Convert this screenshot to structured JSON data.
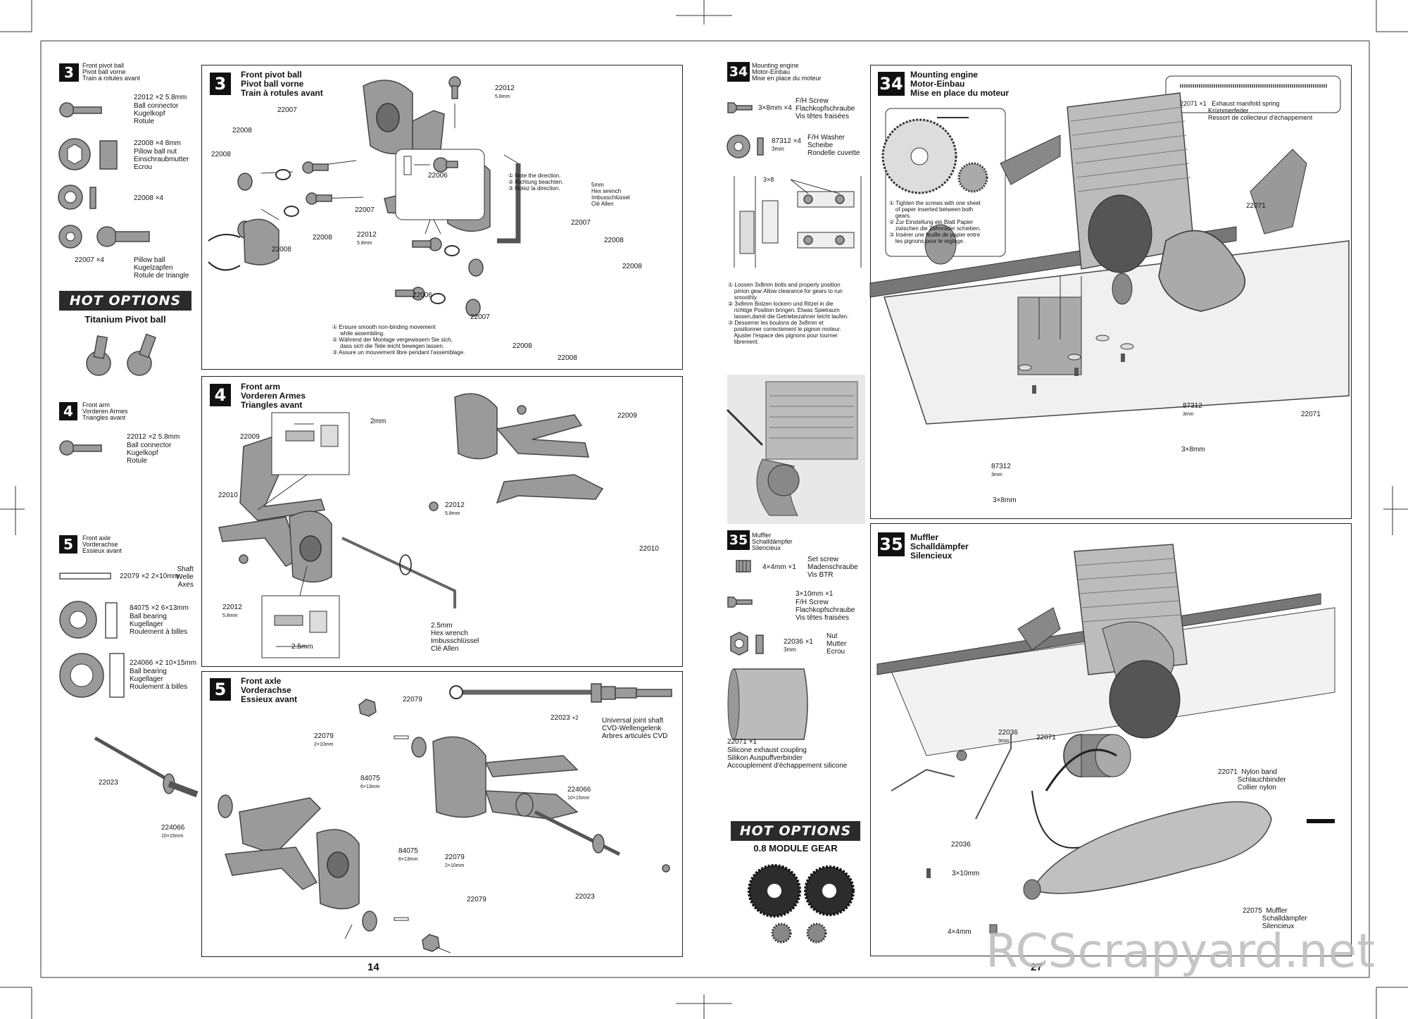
{
  "left_page": {
    "page_number": "14",
    "sidebar": [
      {
        "step": "3",
        "title_lines": [
          "Front pivot ball",
          "Pivot ball vorne",
          "Train à rotules avant"
        ],
        "parts": [
          {
            "pn": "22012",
            "qty": "×2",
            "size": "5.8mm",
            "names": "Ball connector\nKugelkopf\nRotule"
          },
          {
            "pn": "22008",
            "qty": "×4",
            "size": "8mm",
            "names": "Pillow ball nut\nEinschraubmutter\nEcrou"
          },
          {
            "pn": "22008",
            "qty": "×4",
            "size": "",
            "names": ""
          },
          {
            "pn": "22007",
            "qty": "×4",
            "size": "",
            "names": "Pillow ball\nKugelzapfen\nRotule de triangle"
          }
        ]
      },
      {
        "step": "4",
        "title_lines": [
          "Front arm",
          "Vorderen Armes",
          "Triangles avant"
        ],
        "parts": [
          {
            "pn": "22012",
            "qty": "×2",
            "size": "5.8mm",
            "names": "Ball connector\nKugelkopf\nRotule"
          }
        ]
      },
      {
        "step": "5",
        "title_lines": [
          "Front axle",
          "Vorderachse",
          "Essieux avant"
        ],
        "parts": [
          {
            "pn": "22079",
            "qty": "×2",
            "size": "2×10mm",
            "names": "Shaft\nWelle\nAxes"
          },
          {
            "pn": "84075",
            "qty": "×2",
            "size": "6×13mm",
            "names": "Ball bearing\nKugellager\nRoulement à billes"
          },
          {
            "pn": "224066",
            "qty": "×2",
            "size": "10×15mm",
            "names": "Ball bearing\nKugellager\nRoulement à billes"
          }
        ]
      }
    ],
    "hot_options": {
      "label": "HOT OPTIONS",
      "item": "Titanium Pivot ball"
    },
    "step3": {
      "num": "3",
      "title": "Front pivot ball\nPivot ball vorne\nTrain à rotules avant",
      "labels": {
        "a": "22012",
        "a_size": "5.8mm",
        "b": "22007",
        "c": "22008",
        "d": "22008",
        "e": "22006",
        "f": "22007",
        "g": "22008",
        "h": "22008",
        "i": "22012",
        "i_size": "5.8mm",
        "j": "22007",
        "k": "22008",
        "l": "22008",
        "m": "22006",
        "n": "22007",
        "o": "22008",
        "p": "22008"
      },
      "direction_note": "① Note the direction.\n② Richtung beachten.\n③ Notez la direction.",
      "hex_note": "5mm\nHex wrench\nImbusschlüssel\nClé Allen",
      "smooth_note": "① Ensure smooth non-binding movement\n     while assembling.\n② Während der Montage vergewissern Sie sich,\n     dass sich die Teile leicht bewegen lassen.\n③ Assure un mouvement libre pendant l'assemblage."
    },
    "step4": {
      "num": "4",
      "title": "Front arm\nVorderen Armes\nTriangles avant",
      "labels": {
        "a": "22009",
        "b": "22010",
        "c": "22012",
        "c_size": "5.8mm",
        "d": "22009",
        "e": "22012",
        "e_size": "5.8mm",
        "f": "22010"
      },
      "dim_top": "2mm",
      "dim_bottom": "2.5mm",
      "hex_note": "2.5mm\nHex wrench\nImbusschlüssel\nClé Allen"
    },
    "step5": {
      "num": "5",
      "title": "Front axle\nVorderachse\nEssieux avant",
      "labels": {
        "a": "22079",
        "b": "22079",
        "b_size": "2×10mm",
        "c": "84075",
        "c_size": "6×13mm",
        "d": "22023",
        "e": "224066",
        "e_size": "10×15mm",
        "f": "224066",
        "f_size": "10×15mm",
        "g": "84075",
        "g_size": "6×13mm",
        "h": "22079",
        "h_size": "2×10mm",
        "i": "22079",
        "j": "22023",
        "k": "22023",
        "k_qty": "×2"
      },
      "cvd_note": "Universal joint shaft\nCVD-Wellengelenk\nArbres articulés CVD"
    }
  },
  "right_page": {
    "page_number": "27",
    "sidebar": [
      {
        "step": "34",
        "title_lines": [
          "Mounting engine",
          "Motor-Einbau",
          "Mise en place du moteur"
        ],
        "parts": [
          {
            "pn": "3×8mm",
            "qty": "×4",
            "names": "F/H Screw\nFlachkopfschraube\nVis têtes fraisées"
          },
          {
            "pn": "87312",
            "qty": "×4",
            "size": "3mm",
            "names": "F/H Washer\nScheibe\nRondelle cuvette"
          }
        ],
        "dim_label": "3×8",
        "note": "① Loosen 3x8mm bolts and properly position\n    pinion gear Allow clearance for gears to run\n    smoothly.\n② 3x8mm Bolzen lockern und Ritzel in die\n    richtige Position bringen. Etwas Spielraum\n    lassen,damit die Getriebezahner leicht laufen.\n③ Desserrer les boulons de 3x8mm et\n    positionner correctement le pignon moteur.\n    Ajuster l'espace des pignons pour tourner\n    librement."
      },
      {
        "step": "35",
        "title_lines": [
          "Muffler",
          "Schalldämpfer",
          "Silencieux"
        ],
        "parts": [
          {
            "pn": "4×4mm",
            "qty": "×1",
            "names": "Set screw\nMadenschraube\nVis BTR"
          },
          {
            "pn": "3×10mm",
            "qty": "×1",
            "names": "F/H Screw\nFlachkopfschraube\nVis têtes fraisées"
          },
          {
            "pn": "22036",
            "qty": "×1",
            "size": "3mm",
            "names": "Nut\nMutter\nEcrou"
          },
          {
            "pn": "22071",
            "qty": "×1",
            "names": "Silicone exhaust coupling\nSilikon Auspuffverbinder\nAccouplement d'échappement silicone"
          }
        ]
      }
    ],
    "hot_options": {
      "label": "HOT OPTIONS",
      "item": "0.8 MODULE GEAR"
    },
    "step34": {
      "num": "34",
      "title": "Mounting engine\nMotor-Einbau\nMise en place du moteur",
      "spring_note": "22071 ×1   Exhaust manifold spring\n                Krümmerfeder\n                Ressort de collecteur d'échappement",
      "gear_note": "① Tighten the screws with one sheet\n    of paper inserted between both\n    gears.\n② Zur Einstellung ein Blatt Papier\n    zwischen die Zahnräder schieben.\n③ Insérer une feuille de papier entre\n    les pignons pour le reglage.",
      "labels": {
        "a": "22071",
        "b": "22071",
        "c": "87312",
        "c_size": "3mm",
        "d": "3×8mm",
        "e": "87312",
        "e_size": "3mm",
        "f": "3×8mm"
      }
    },
    "step35": {
      "num": "35",
      "title": "Muffler\nSchalldämpfer\nSilencieux",
      "labels": {
        "a": "22036",
        "a_size": "3mm",
        "b": "22071",
        "c": "22036",
        "d": "3×10mm",
        "e": "4×4mm"
      },
      "nylon_note": "22071  Nylon band\n          Schlauchbinder\n          Collier nylon",
      "muffler_note": "22075  Muffler\n          Schalldämpfer\n          Silencieux"
    }
  },
  "watermark": "RCScrapyard.net"
}
